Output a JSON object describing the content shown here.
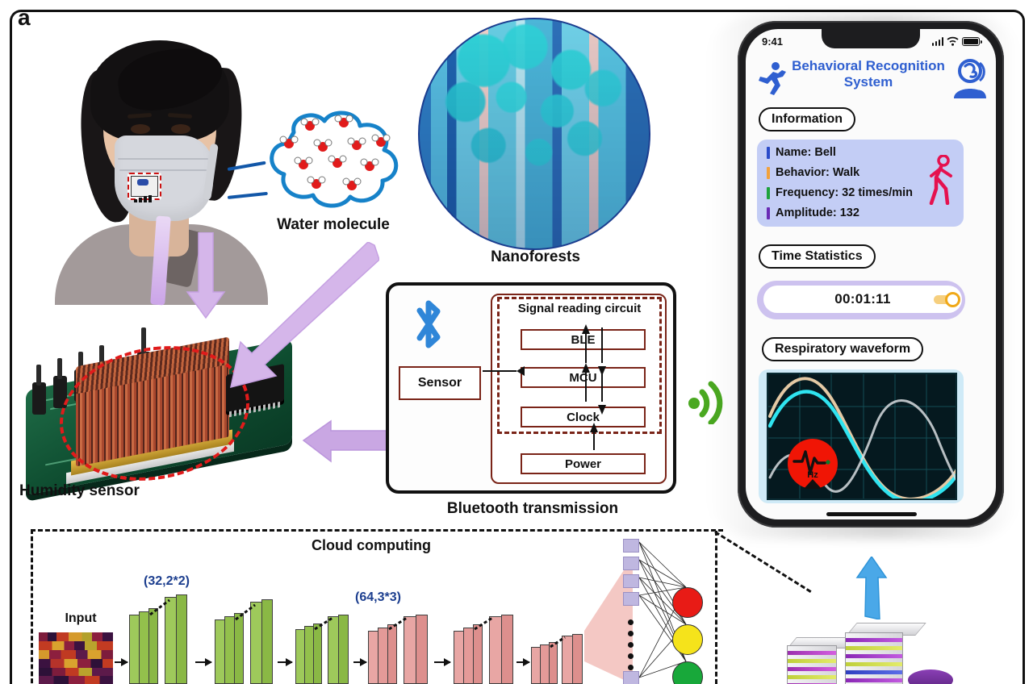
{
  "figure": {
    "panel_label": "a",
    "captions": {
      "water_molecule": "Water molecule",
      "nanoforests": "Nanoforests",
      "humidity_sensor": "Humidity sensor",
      "bluetooth": "Bluetooth transmission",
      "cloud_computing": "Cloud computing"
    }
  },
  "bluetooth_box": {
    "sensor_label": "Sensor",
    "circuit_title": "Signal reading circuit",
    "blocks": [
      "BLE",
      "MCU",
      "Clock"
    ],
    "power_label": "Power",
    "bluetooth_icon": "bluetooth-icon",
    "wifi_icon": "wifi-signal-icon",
    "accent_color": "#7a2418",
    "bt_blue": "#2f86d8",
    "wifi_green": "#4aa821"
  },
  "phone": {
    "status_bar": {
      "time": "9:41",
      "signal_icon": "cellular-signal-icon",
      "wifi_icon": "wifi-icon",
      "battery_icon": "battery-icon"
    },
    "app_title": "Behavioral Recognition System",
    "title_color": "#2f5fd0",
    "left_icon": "running-person-icon",
    "right_icon": "user-brain-icon",
    "sections": {
      "information_label": "Information",
      "time_statistics_label": "Time Statistics",
      "respiratory_label": "Respiratory waveform"
    },
    "info_card": {
      "background": "#c3cdf5",
      "rows": [
        {
          "label": "Name: Bell",
          "bar_color": "#2b4bc9"
        },
        {
          "label": "Behavior: Walk",
          "bar_color": "#f2a13c"
        },
        {
          "label": "Frequency: 32 times/min",
          "bar_color": "#1ea23c"
        },
        {
          "label": "Amplitude: 132",
          "bar_color": "#6a2bb5"
        }
      ],
      "avatar_icon": "walking-person-icon",
      "avatar_color": "#e5114f"
    },
    "timer": {
      "value": "00:01:11",
      "toggle_state": "on",
      "toggle_color": "#f0a818",
      "outer_color": "#cdc2ef"
    },
    "waveform": {
      "card_color": "#cfeaf7",
      "screen_color": "#05191f",
      "badge_icon": "heartbeat-icon",
      "badge_color": "#f01505",
      "badge_text": "Hz",
      "trace_colors": [
        "#2fe4f0",
        "#e4c9a4",
        "#d8dde0"
      ]
    },
    "home_indicator": "home-indicator"
  },
  "chart_data": {
    "type": "line",
    "title": "Respiratory waveform",
    "xlabel": "",
    "ylabel": "",
    "series": [
      {
        "name": "trace-cyan",
        "color": "#2fe4f0",
        "phase": 0.0,
        "amplitude": 1.0,
        "cycles": 1.25
      },
      {
        "name": "trace-tan",
        "color": "#e4c9a4",
        "phase": 0.08,
        "amplitude": 1.08,
        "cycles": 1.25
      },
      {
        "name": "trace-white",
        "color": "#d8dde0",
        "phase": 0.62,
        "amplitude": 0.86,
        "cycles": 1.25
      }
    ],
    "grid": true,
    "legend": "none"
  },
  "cnn": {
    "input_label": "Input",
    "layer_labels": [
      "(32,2*2)",
      "(64,3*3)"
    ],
    "label_color": "#1d3f8f",
    "conv_green": "#93c04c",
    "conv_pink": "#e49a98",
    "fc_color": "#bfb7e0",
    "outputs": [
      {
        "name": "class-red",
        "color": "#e81b16"
      },
      {
        "name": "class-yellow",
        "color": "#f5e31b"
      },
      {
        "name": "class-green",
        "color": "#18a83a"
      }
    ]
  },
  "servers": {
    "icon": "server-rack-icon",
    "uplink_icon": "blue-up-arrow-icon"
  }
}
